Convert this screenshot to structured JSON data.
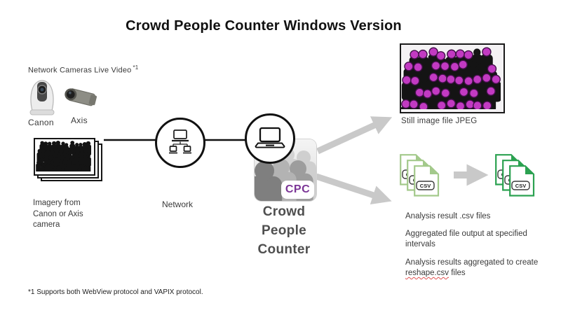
{
  "title": "Crowd People Counter Windows Version",
  "sources": {
    "heading": "Network Cameras Live Video",
    "heading_footnote_ref": "*1",
    "canon_label": "Canon",
    "axis_label": "Axis",
    "imagery_caption": "Imagery from Canon or Axis camera"
  },
  "network": {
    "label": "Network"
  },
  "cpc": {
    "badge": "CPC",
    "label": "Crowd People Counter"
  },
  "outputs": {
    "jpeg_caption": "Still image file JPEG",
    "csv_badge": "CSV",
    "note_analysis": "Analysis result .csv files",
    "note_aggregated": "Aggregated file output at specified intervals",
    "note_reshape_prefix": "Analysis results aggregated to create ",
    "note_reshape_file": "reshape.csv",
    "note_reshape_suffix": " files"
  },
  "footnote": "*1 Supports both WebView protocol and VAPIX protocol.",
  "colors": {
    "detect_mark": "#c23ac2",
    "detect_mark_ring": "#43104a",
    "cpc_purple": "#7b3596",
    "csv_light_green": "#a3c98b",
    "csv_dark_green": "#2ba150",
    "arrow_gray": "#c9c9c9",
    "silhouette_black": "#141414"
  }
}
